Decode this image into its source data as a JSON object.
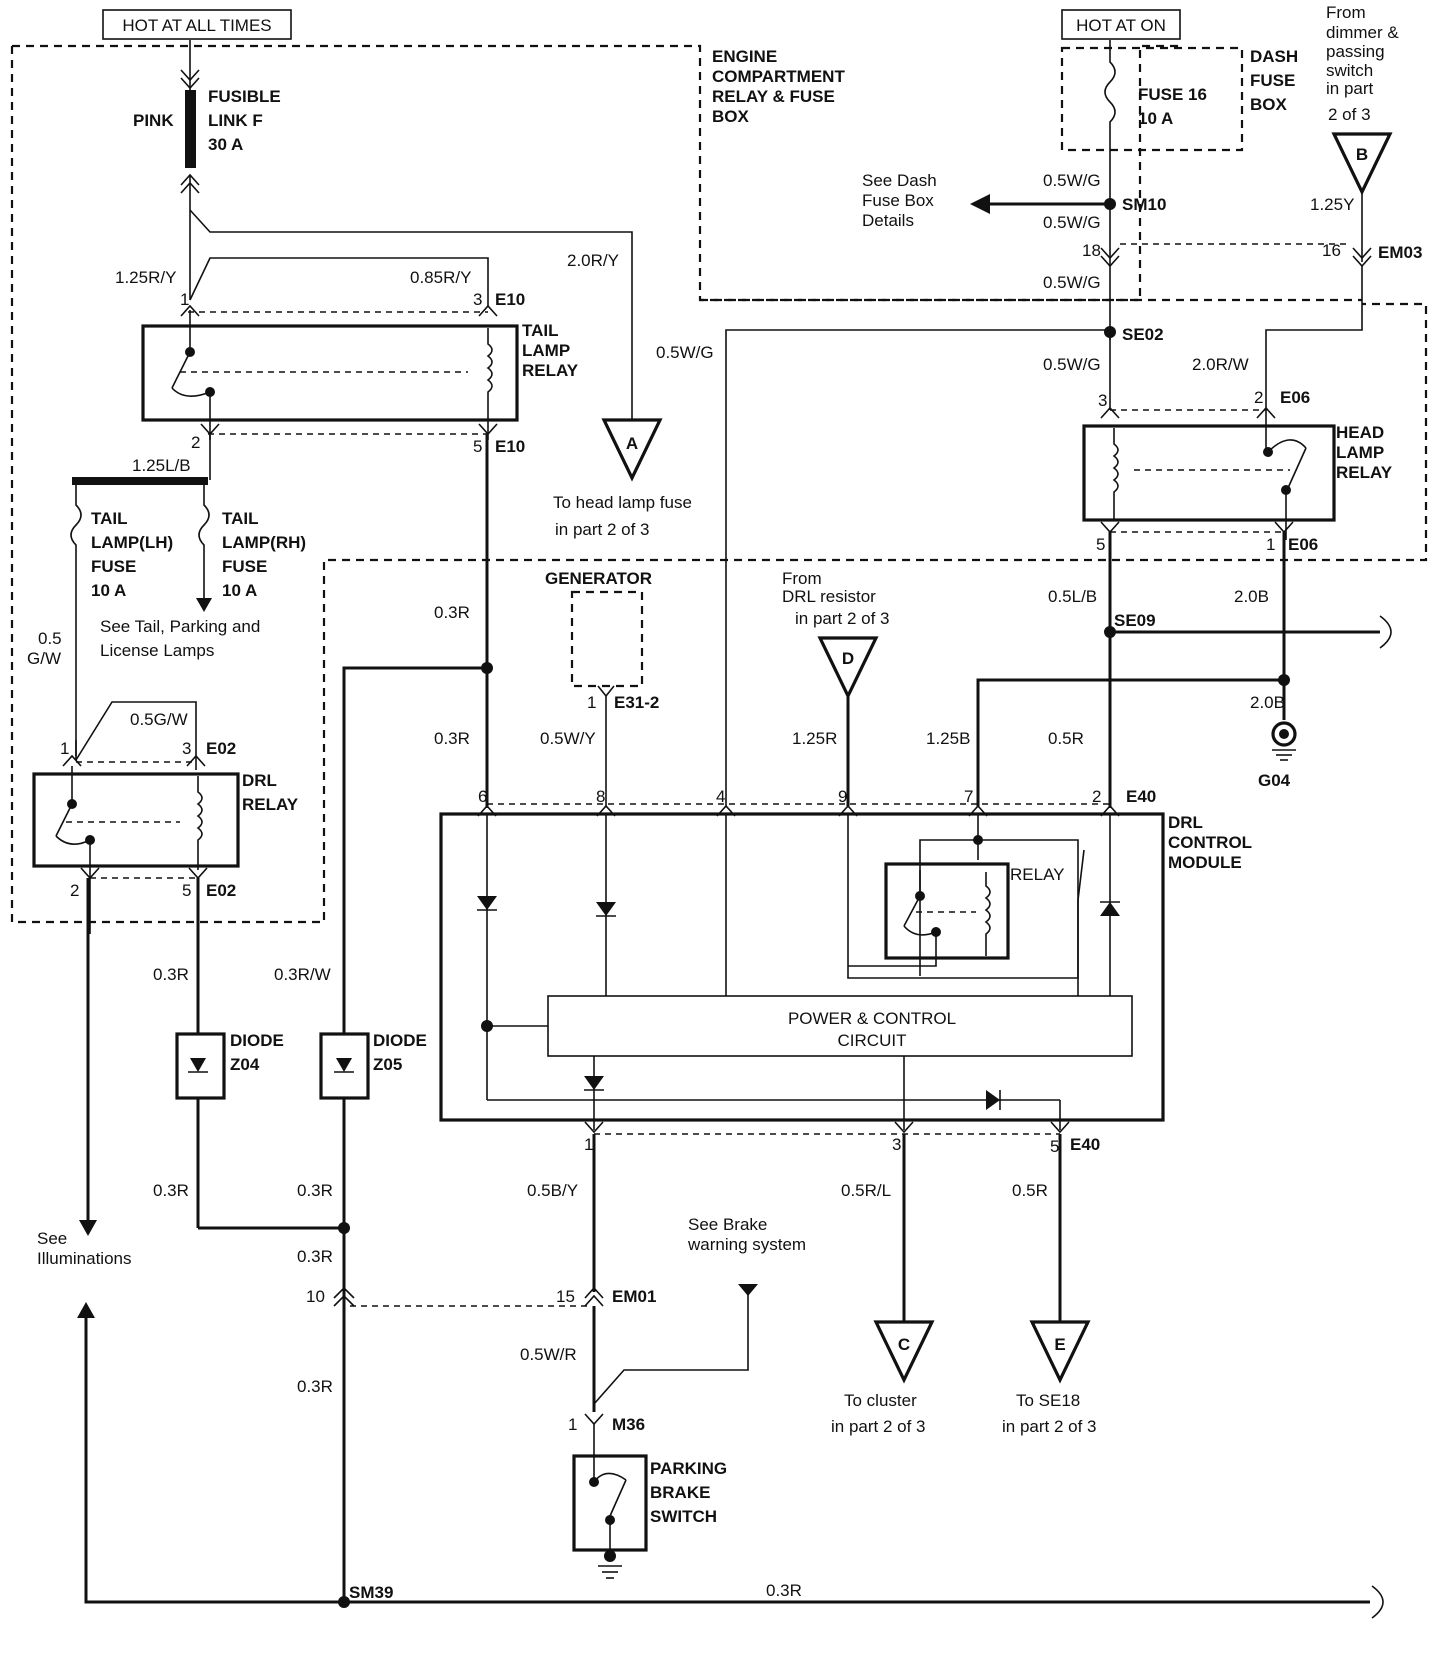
{
  "labels": {
    "hot_all_times": "HOT AT ALL TIMES",
    "hot_at_on": "HOT AT ON",
    "pink": "PINK",
    "fusible_link": [
      "FUSIBLE",
      "LINK F",
      "30 A"
    ],
    "engine_box": [
      "ENGINE",
      "COMPARTMENT",
      "RELAY & FUSE",
      "BOX"
    ],
    "fuse16": [
      "FUSE 16",
      "10 A"
    ],
    "dash_box": [
      "DASH",
      "FUSE",
      "BOX"
    ],
    "dimmer": [
      "From",
      "dimmer &",
      "passing",
      "switch",
      "in part",
      "2 of 3"
    ],
    "see_dash": [
      "See Dash",
      "Fuse Box",
      "Details"
    ],
    "tail_relay": [
      "TAIL",
      "LAMP",
      "RELAY"
    ],
    "head_relay": [
      "HEAD",
      "LAMP",
      "RELAY"
    ],
    "tail_lh": [
      "TAIL",
      "LAMP(LH)",
      "FUSE",
      "10 A"
    ],
    "tail_rh": [
      "TAIL",
      "LAMP(RH)",
      "FUSE",
      "10 A"
    ],
    "see_tail": [
      "See Tail, Parking and",
      "License Lamps"
    ],
    "to_headlamp": [
      "To head lamp fuse",
      "in part 2 of 3"
    ],
    "generator": "GENERATOR",
    "from_drl": [
      "From",
      "DRL resistor",
      "in part 2 of 3"
    ],
    "drl_relay": [
      "DRL",
      "RELAY"
    ],
    "drl_module": [
      "DRL",
      "CONTROL",
      "MODULE"
    ],
    "relay": "RELAY",
    "power_ctrl": [
      "POWER & CONTROL",
      "CIRCUIT"
    ],
    "diode_z04": [
      "DIODE",
      "Z04"
    ],
    "diode_z05": [
      "DIODE",
      "Z05"
    ],
    "see_illum": [
      "See",
      "Illuminations"
    ],
    "see_brake": [
      "See Brake",
      "warning system"
    ],
    "parking_brake": [
      "PARKING",
      "BRAKE",
      "SWITCH"
    ],
    "to_cluster": [
      "To cluster",
      "in part 2 of 3"
    ],
    "to_se18": [
      "To SE18",
      "in part 2 of 3"
    ]
  },
  "connectors": {
    "A": "A",
    "B": "B",
    "C": "C",
    "D": "D",
    "E": "E",
    "E10": "E10",
    "E02": "E02",
    "E06": "E06",
    "E40": "E40",
    "E31": "E31-2",
    "EM03": "EM03",
    "EM01": "EM01",
    "M36": "M36",
    "SM10": "SM10",
    "SE02": "SE02",
    "SE09": "SE09",
    "SM39": "SM39",
    "G04": "G04"
  },
  "pins": {
    "p1": "1",
    "p2": "2",
    "p3": "3",
    "p4": "4",
    "p5": "5",
    "p6": "6",
    "p7": "7",
    "p8": "8",
    "p9": "9",
    "p10": "10",
    "p15": "15",
    "p16": "16",
    "p18": "18"
  },
  "wires": {
    "w125RY": "1.25R/Y",
    "w085RY": "0.85R/Y",
    "w20RY": "2.0R/Y",
    "w05WG": "0.5W/G",
    "w125Y": "1.25Y",
    "w20RW": "2.0R/W",
    "w125LB": "1.25L/B",
    "w05GW_a": "0.5",
    "w05GW_b": "G/W",
    "w05GW": "0.5G/W",
    "w03R": "0.3R",
    "w03RW": "0.3R/W",
    "w05WY": "0.5W/Y",
    "w05LB": "0.5L/B",
    "w20B": "2.0B",
    "w125R": "1.25R",
    "w125B": "1.25B",
    "w05R": "0.5R",
    "w05BY": "0.5B/Y",
    "w05RL": "0.5R/L",
    "w05WR": "0.5W/R"
  }
}
